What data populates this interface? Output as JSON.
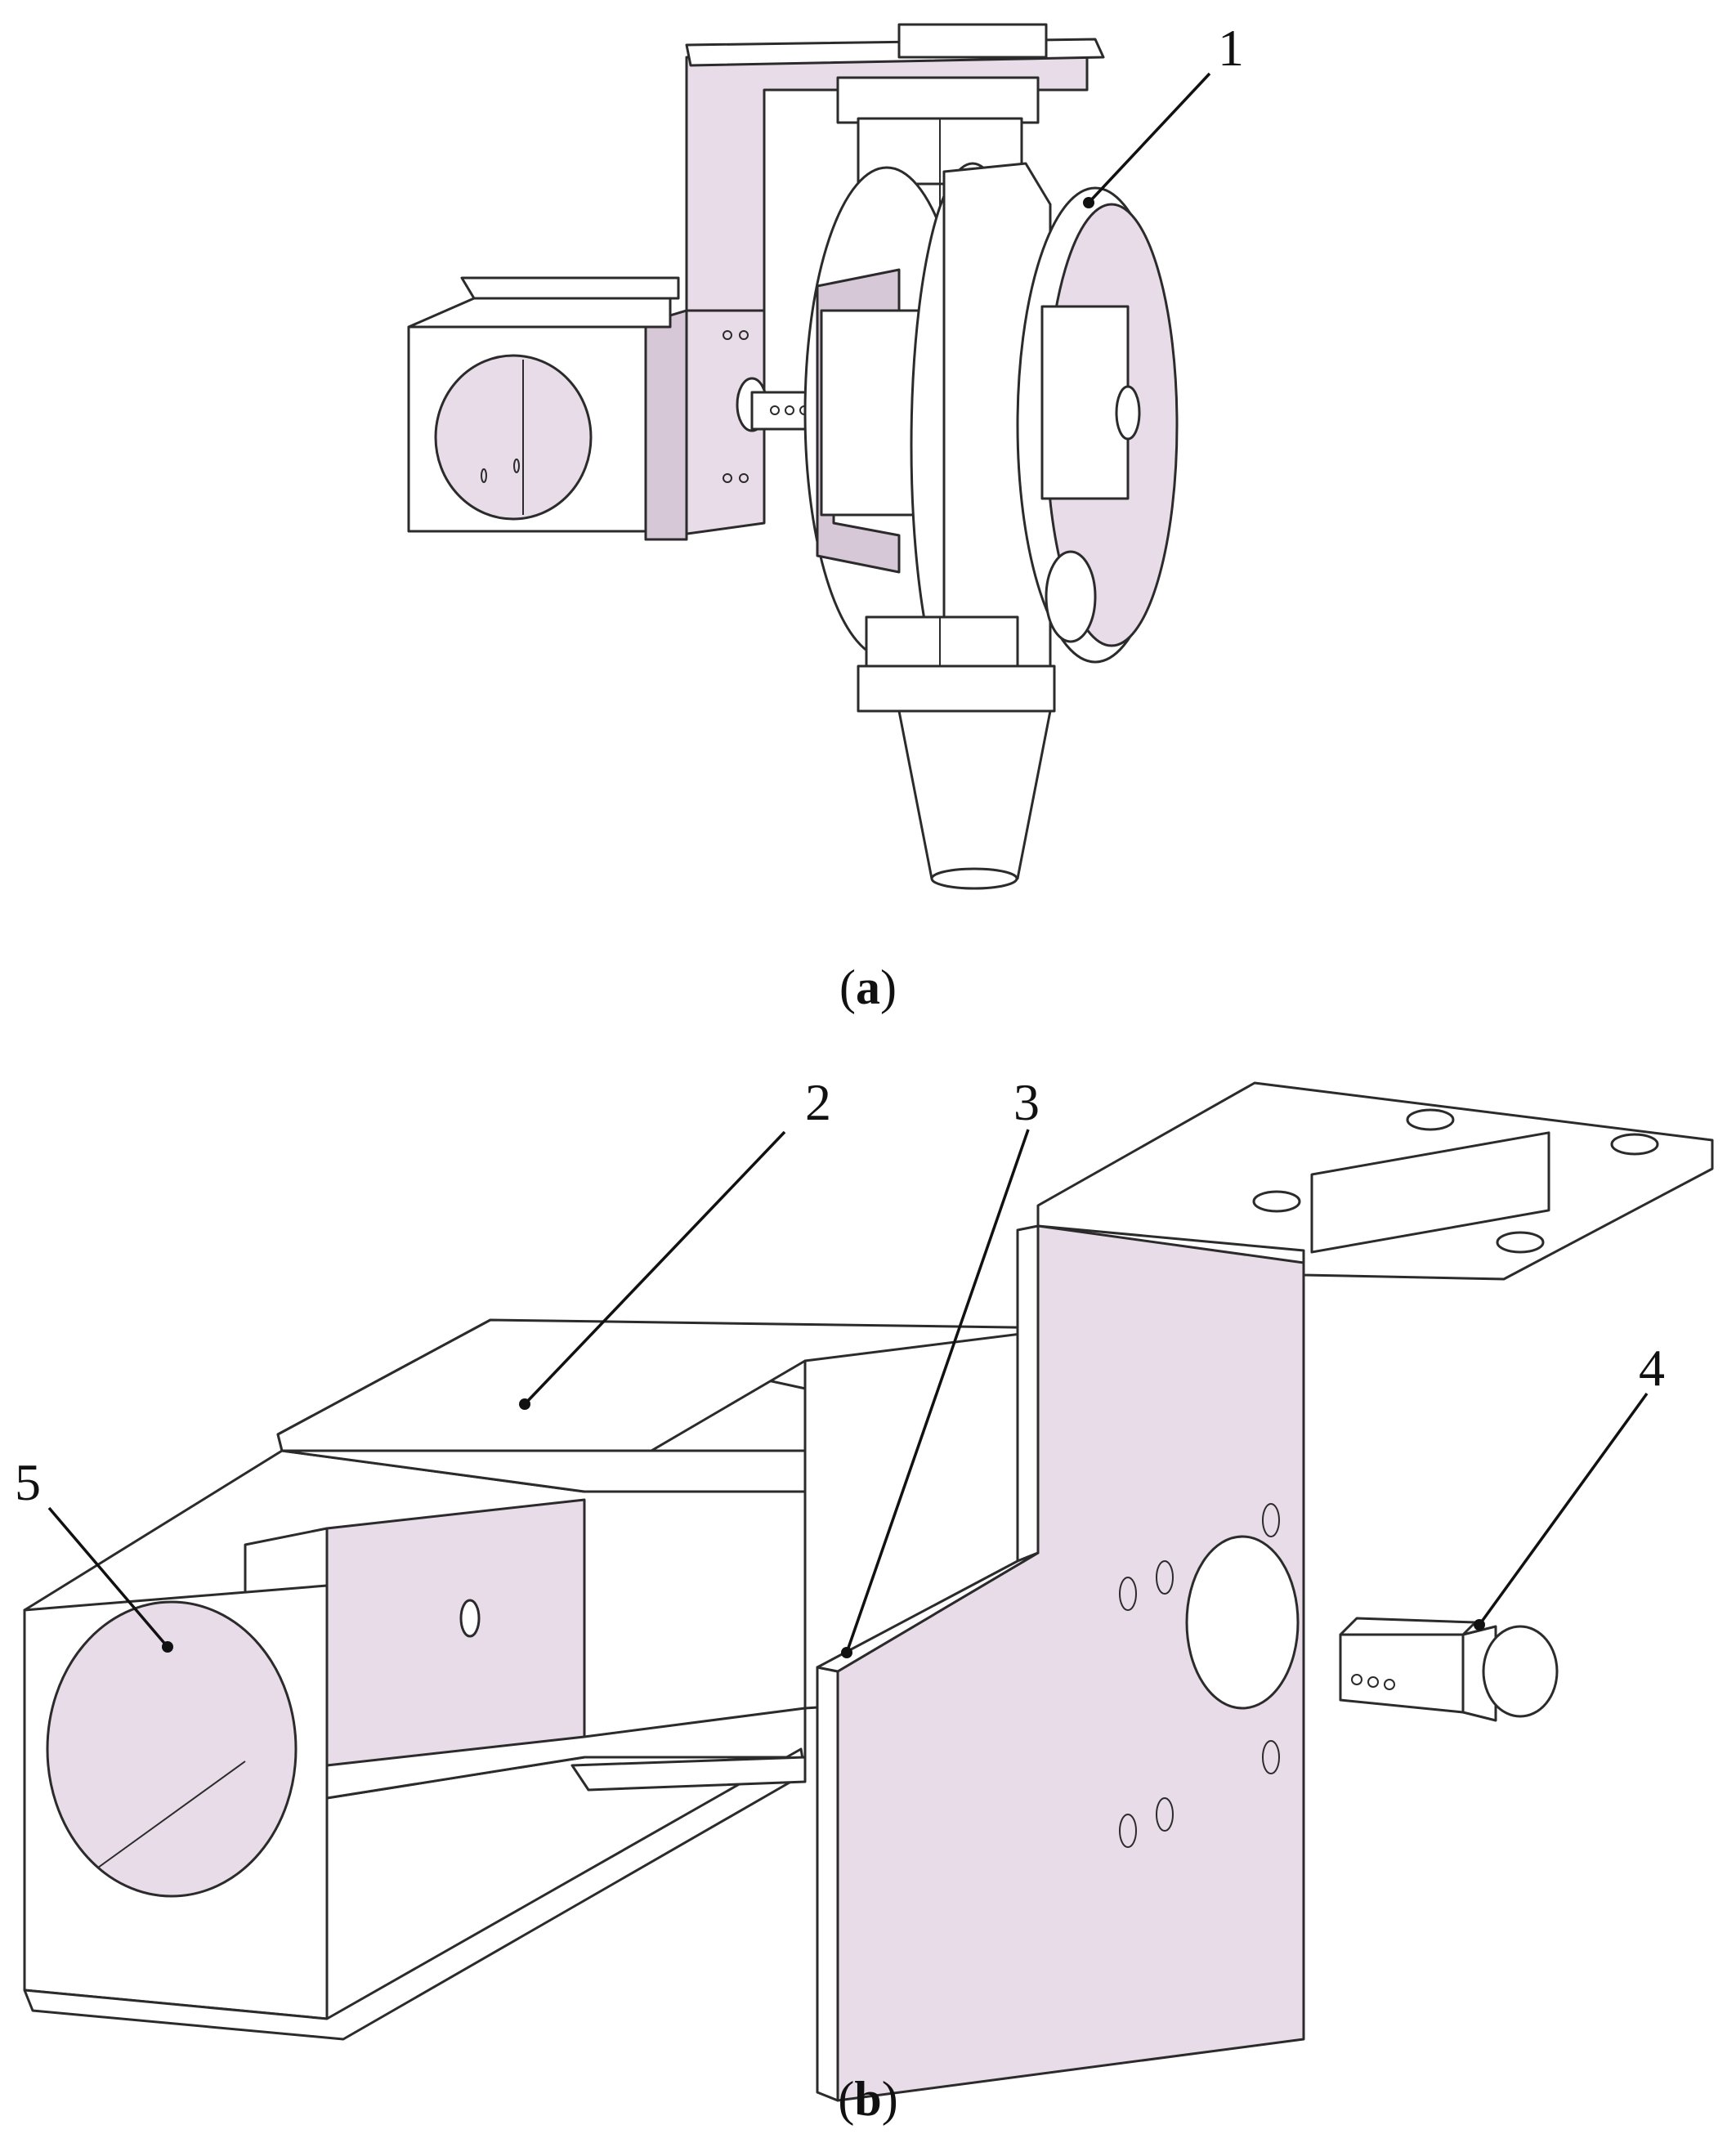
{
  "colors": {
    "part_fill": "#e8dce8",
    "part_fill_dark": "#d7c8d7",
    "white_fill": "#ffffff",
    "line": "#2b2b2b"
  },
  "panels": {
    "a": {
      "caption_open": "(",
      "caption_letter": "a",
      "caption_close": ")"
    },
    "b": {
      "caption_open": "(",
      "caption_letter": "b",
      "caption_close": ")"
    }
  },
  "callouts": [
    {
      "id": "1",
      "label": "1"
    },
    {
      "id": "2",
      "label": "2"
    },
    {
      "id": "3",
      "label": "3"
    },
    {
      "id": "4",
      "label": "4"
    },
    {
      "id": "5",
      "label": "5"
    }
  ]
}
